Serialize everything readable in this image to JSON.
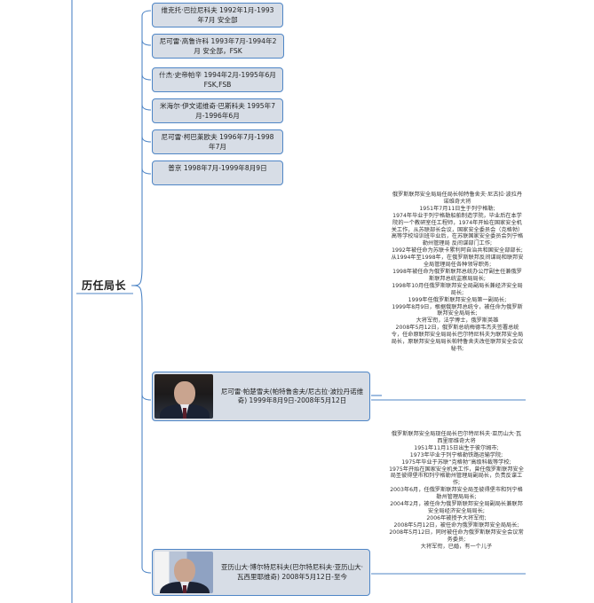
{
  "root_label": "历任局长",
  "directors": [
    {
      "label": "维克托·巴拉尼科夫 1992年1月-1993年7月 安全部"
    },
    {
      "label": "尼可雷·高鲁许科 1993年7月-1994年2月 安全部，FSK"
    },
    {
      "label": "什杰·史帝帕辛 1994年2月-1995年6月 FSK,FSB"
    },
    {
      "label": "米海尔·伊文诺维奇·巴斯科夫 1995年7月-1996年6月"
    },
    {
      "label": "尼可雷·柯巴莱欧夫 1996年7月-1998年7月"
    },
    {
      "label": "普京 1998年7月-1999年8月9日"
    },
    {
      "label": "尼可雷·帕楚雪夫(帕特鲁舍夫/尼古拉·波拉丹诺维奇) 1999年8月9日-2008年5月12日"
    },
    {
      "label": "亚历山大·博尔特尼科夫(巴尔特尼科夫·亚历山大·瓦西里耶维奇) 2008年5月12日-至今"
    }
  ],
  "bios": [
    {
      "text": "俄罗斯联邦安全局局任局长帕特鲁舍夫·尼古拉·波拉丹诺维奇大将\n1951年7月11日生于列宁格勒;\n1974年毕业于列宁格勒船舶制造学院，毕业后在本学院的一个教研室任工程师，1974年开始在国家安全机关工作，从苏联部长会议，国家安全委员会（克格勃）高等学校培训班毕业后，在苏联国家安全委员会列宁格勒州管理局 反间谍部门工作;\n1992年被任命为苏联卡累利阿自治共和国安全部部长;\n从1994年至1998年，在俄罗斯联邦反间谍局和联邦安全局管理局任各种领导职务;\n1998年被任命为俄罗斯联邦总统办公厅副主任兼俄罗斯联邦总统监察局局长;\n1998年10月任俄罗斯联邦安全局副局长兼经济安全局局长;\n1999年任俄罗斯联邦安全局第一副局长;\n1999年8月9日，根据俄联邦总统令，被任命为俄罗斯联邦安全局局长;\n大将军衔，法学博士，俄罗斯英雄\n2008年5月12日，俄罗斯总统梅德韦杰夫签署总统令，任命原联邦安全局局长巴尔特尼科夫为联邦安全局局长，原联邦安全局局长帕特鲁舍夫改任联邦安全会议秘书;"
    },
    {
      "text": "俄罗斯联邦安全局现任局长巴尔特尼科夫·亚历山大·瓦西里耶维奇大将\n1951年11月15日出生于彼尔姆市;\n1973年毕业于列宁格勒铁路运输学院;\n1975年毕业于苏联“克格勃”高级科裁等学校;\n1975年开始在国家安全机关工作，曾任俄罗斯联邦安全局圣彼得堡市和列宁格勒州管理局副局长，负责反谍工作;\n2003年6月，任俄罗斯联邦安全局圣彼得堡市和列宁格勒州管理局局长;\n2004年2月，被任命为俄罗斯联邦安全局副局长兼联邦安全局经济安全局局长;\n2006年被授予大将军衔;\n2008年5月12日，被任命为俄罗斯联邦安全局局长;\n2008年5月12日，同时被任命为俄罗斯联邦安全会议常务委员;\n大将军衔，已婚，有一个儿子"
    }
  ],
  "colors": {
    "link": "#4f86c6",
    "node_fill": "#d7dde6",
    "node_border": "#4f86c6"
  },
  "icons": [
    "portrait-photo-patrushev",
    "portrait-photo-bortnikov"
  ]
}
